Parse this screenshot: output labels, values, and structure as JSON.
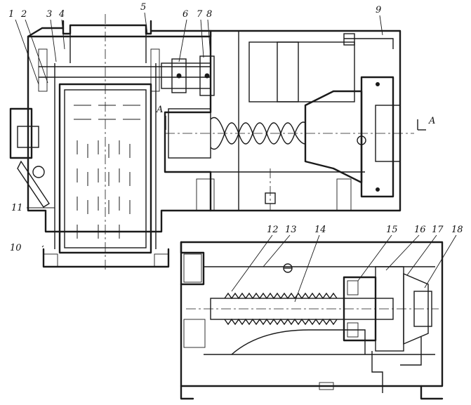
{
  "callouts": [
    {
      "key": "c1",
      "label": "1"
    },
    {
      "key": "c2",
      "label": "2"
    },
    {
      "key": "c3",
      "label": "3"
    },
    {
      "key": "c4",
      "label": "4"
    },
    {
      "key": "c5",
      "label": "5"
    },
    {
      "key": "c6",
      "label": "6"
    },
    {
      "key": "c7",
      "label": "7"
    },
    {
      "key": "c8",
      "label": "8"
    },
    {
      "key": "c9",
      "label": "9"
    },
    {
      "key": "c10",
      "label": "10"
    },
    {
      "key": "c11",
      "label": "11"
    },
    {
      "key": "c12",
      "label": "12"
    },
    {
      "key": "c13",
      "label": "13"
    },
    {
      "key": "c14",
      "label": "14"
    },
    {
      "key": "c15",
      "label": "15"
    },
    {
      "key": "c16",
      "label": "16"
    },
    {
      "key": "c17",
      "label": "17"
    },
    {
      "key": "c18",
      "label": "18"
    }
  ],
  "section_marks": {
    "left": "A",
    "right": "A"
  }
}
